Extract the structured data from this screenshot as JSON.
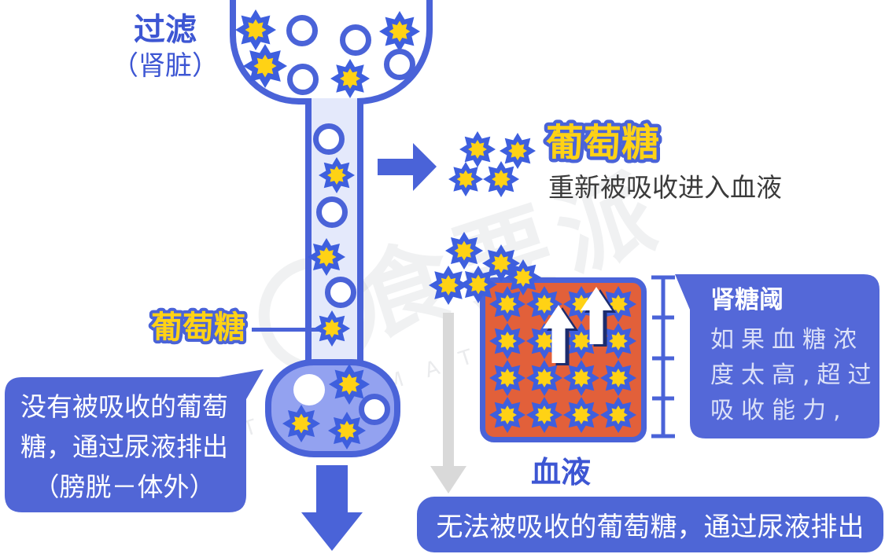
{
  "labels": {
    "filter_title": "过滤",
    "filter_sub": "（肾脏）",
    "glucose_top": "葡萄糖",
    "glucose_left": "葡萄糖",
    "reabsorbed": "重新被吸收进入血液",
    "blood": "血液"
  },
  "threshold_bubble": {
    "title": "肾糖阈",
    "lines": [
      "如果血糖浓",
      "度太高,超过",
      "吸收能力,"
    ]
  },
  "excretion_bubble": {
    "lines": [
      "没有被吸收的葡萄",
      "糖，通过尿液排出",
      "（膀胱－体外）"
    ]
  },
  "banner": {
    "text": "无法被吸收的葡萄糖，通过尿液排出"
  },
  "watermark": {
    "cjk": "食要派",
    "latin": "CHESTNUTMATES"
  },
  "colors": {
    "main_blue": "#4A63D8",
    "text_blue": "#3D56D3",
    "star_blue": "#3E5FDE",
    "star_yellow": "#FFD215",
    "blood_orange": "#E2603A",
    "bubble_blue": "#5468D8",
    "banner_blue": "#4E66D6",
    "tube_fill": "#E4E9FB",
    "bulb_fill": "#93A2F0",
    "gray_arrow": "#D9D9D9",
    "dark_text": "#3B3B3B"
  },
  "molecules": {
    "groups": [
      {
        "name": "funnel-molecules",
        "items": [
          [
            "star",
            325,
            38,
            52
          ],
          [
            "circle",
            384,
            39,
            40
          ],
          [
            "circle",
            452,
            51,
            40
          ],
          [
            "star",
            508,
            40,
            52
          ],
          [
            "star",
            337,
            84,
            56
          ],
          [
            "circle",
            385,
            101,
            40
          ],
          [
            "star",
            445,
            100,
            50
          ],
          [
            "circle",
            508,
            82,
            40
          ]
        ]
      },
      {
        "name": "tube-molecules",
        "items": [
          [
            "circle",
            418,
            177,
            40
          ],
          [
            "star",
            428,
            223,
            46
          ],
          [
            "circle",
            422,
            270,
            40
          ],
          [
            "star",
            415,
            327,
            48
          ],
          [
            "circle",
            433,
            372,
            40
          ],
          [
            "star",
            422,
            418,
            46
          ]
        ]
      },
      {
        "name": "bulb-molecules",
        "items": [
          [
            "hole",
            393,
            496,
            40
          ],
          [
            "star",
            444,
            489,
            52
          ],
          [
            "circle",
            476,
            521,
            40
          ],
          [
            "star",
            383,
            539,
            48
          ],
          [
            "star",
            441,
            548,
            48
          ]
        ]
      },
      {
        "name": "reabsorbed-cluster",
        "items": [
          [
            "star",
            607,
            190,
            46
          ],
          [
            "star",
            658,
            192,
            46
          ],
          [
            "star",
            592,
            228,
            44
          ],
          [
            "star",
            637,
            228,
            46
          ]
        ]
      },
      {
        "name": "escaped-cluster",
        "items": [
          [
            "star",
            590,
            319,
            48
          ],
          [
            "star",
            637,
            335,
            48
          ],
          [
            "star",
            570,
            363,
            50
          ],
          [
            "star",
            608,
            362,
            48
          ],
          [
            "star",
            665,
            353,
            46
          ]
        ]
      },
      {
        "name": "blood-glucose-grid",
        "items": [
          [
            "star",
            645,
            387,
            46
          ],
          [
            "star",
            692,
            387,
            46
          ],
          [
            "star",
            739,
            387,
            46
          ],
          [
            "star",
            786,
            387,
            46
          ],
          [
            "star",
            645,
            434,
            46
          ],
          [
            "star",
            692,
            434,
            46
          ],
          [
            "star",
            739,
            434,
            46
          ],
          [
            "star",
            786,
            434,
            46
          ],
          [
            "star",
            645,
            481,
            46
          ],
          [
            "star",
            692,
            481,
            46
          ],
          [
            "star",
            739,
            481,
            46
          ],
          [
            "star",
            786,
            481,
            46
          ],
          [
            "star",
            645,
            528,
            46
          ],
          [
            "star",
            692,
            528,
            46
          ],
          [
            "star",
            739,
            528,
            46
          ],
          [
            "star",
            786,
            528,
            46
          ]
        ]
      }
    ]
  }
}
